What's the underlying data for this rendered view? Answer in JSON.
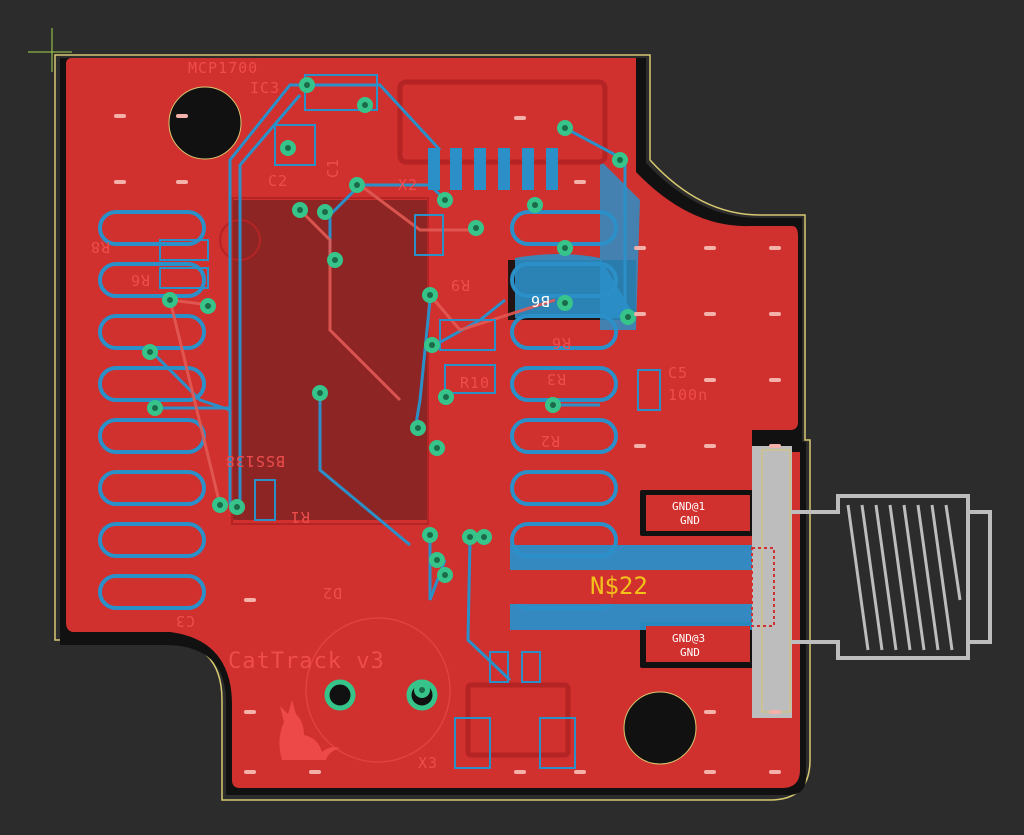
{
  "board": {
    "labels": {
      "ic_value": "MCP1700",
      "ic_ref": "IC3",
      "c2": "C2",
      "c1": "C1",
      "x2": "X2",
      "r6_bot": "R6",
      "r8": "R8",
      "r9": "R9",
      "b6": "B6",
      "r_mid": "R6",
      "r10": "R10",
      "r3": "R3",
      "c5": "C5",
      "c5_value": "100n",
      "r2": "R2",
      "bss": "BSS138",
      "r1": "R1",
      "d2": "D2",
      "c3": "C3",
      "title": "CatTrack v3",
      "x3": "X3",
      "gnd1": "GND@1",
      "gnd1_net": "GND",
      "gnd3": "GND@3",
      "gnd3_net": "GND",
      "net_name": "N$22"
    }
  },
  "colors": {
    "background": "#2c2c2c",
    "top_copper": "#d0302e",
    "bottom_copper": "#2b8fc8",
    "via": "#37c48a",
    "silkscreen": "#ef4d4d",
    "outline": "#d8c870",
    "connector": "#bdbdbd",
    "net_label": "#f2c21b"
  }
}
